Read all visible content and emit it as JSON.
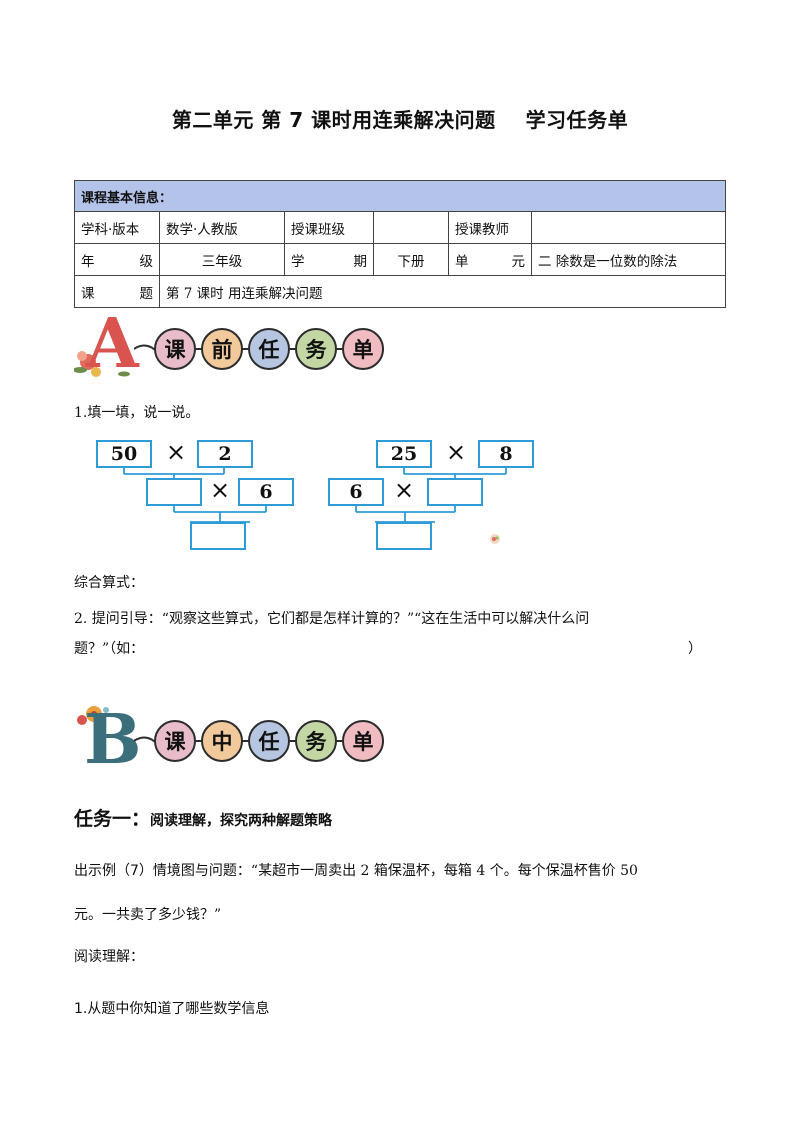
{
  "title": {
    "main": "第二单元  第 7 课时用连乘解决问题",
    "sub": "学习任务单"
  },
  "info_table": {
    "header": "课程基本信息：",
    "row1": [
      "学科·版本",
      "数学·人教版",
      "授课班级",
      "",
      "授课教师",
      ""
    ],
    "row2_label1": [
      "年",
      "级"
    ],
    "row2_value1": "三年级",
    "row2_label2": [
      "学",
      "期"
    ],
    "row2_value2": "下册",
    "row2_label3": [
      "单",
      "元"
    ],
    "row2_value3": "二  除数是一位数的除法",
    "row3_label": [
      "课",
      "题"
    ],
    "row3_value": "第 7 课时  用连乘解决问题"
  },
  "banner_a": {
    "letter": "A",
    "chars": [
      "课",
      "前",
      "任",
      "务",
      "单"
    ],
    "colors": [
      "#e8bcc8",
      "#f1c99b",
      "#b7c6e0",
      "#c3d7a4",
      "#f0bcc2"
    ]
  },
  "banner_b": {
    "letter": "B",
    "chars": [
      "课",
      "中",
      "任",
      "务",
      "单"
    ],
    "colors": [
      "#e8bcc8",
      "#f1c99b",
      "#b7c6e0",
      "#c3d7a4",
      "#f0bcc2"
    ]
  },
  "q1": "1.填一填，说一说。",
  "diagram": {
    "left": {
      "a": "50",
      "b": "2",
      "c": "6"
    },
    "right": {
      "a": "25",
      "b": "8",
      "c": "6"
    },
    "times": "×"
  },
  "comprehensive": "综合算式：",
  "q2_line1": "2.  提问引导：“观察这些算式，它们都是怎样计算的？”“这在生活中可以解决什么问",
  "q2_line2_a": "题？”（如：",
  "q2_line2_b": "）",
  "task1": {
    "label": "任务一：",
    "text": "阅读理解，探究两种解题策略"
  },
  "example": {
    "lead": "出示例（7）情境图与问题：",
    "line1": "“某超市一周卖出 2 箱保温杯，每箱 4 个。每个保温杯售价 50",
    "line2": "元。一共卖了多少钱？”"
  },
  "reading": "阅读理解：",
  "q_info": "1.从题中你知道了哪些数学信息"
}
